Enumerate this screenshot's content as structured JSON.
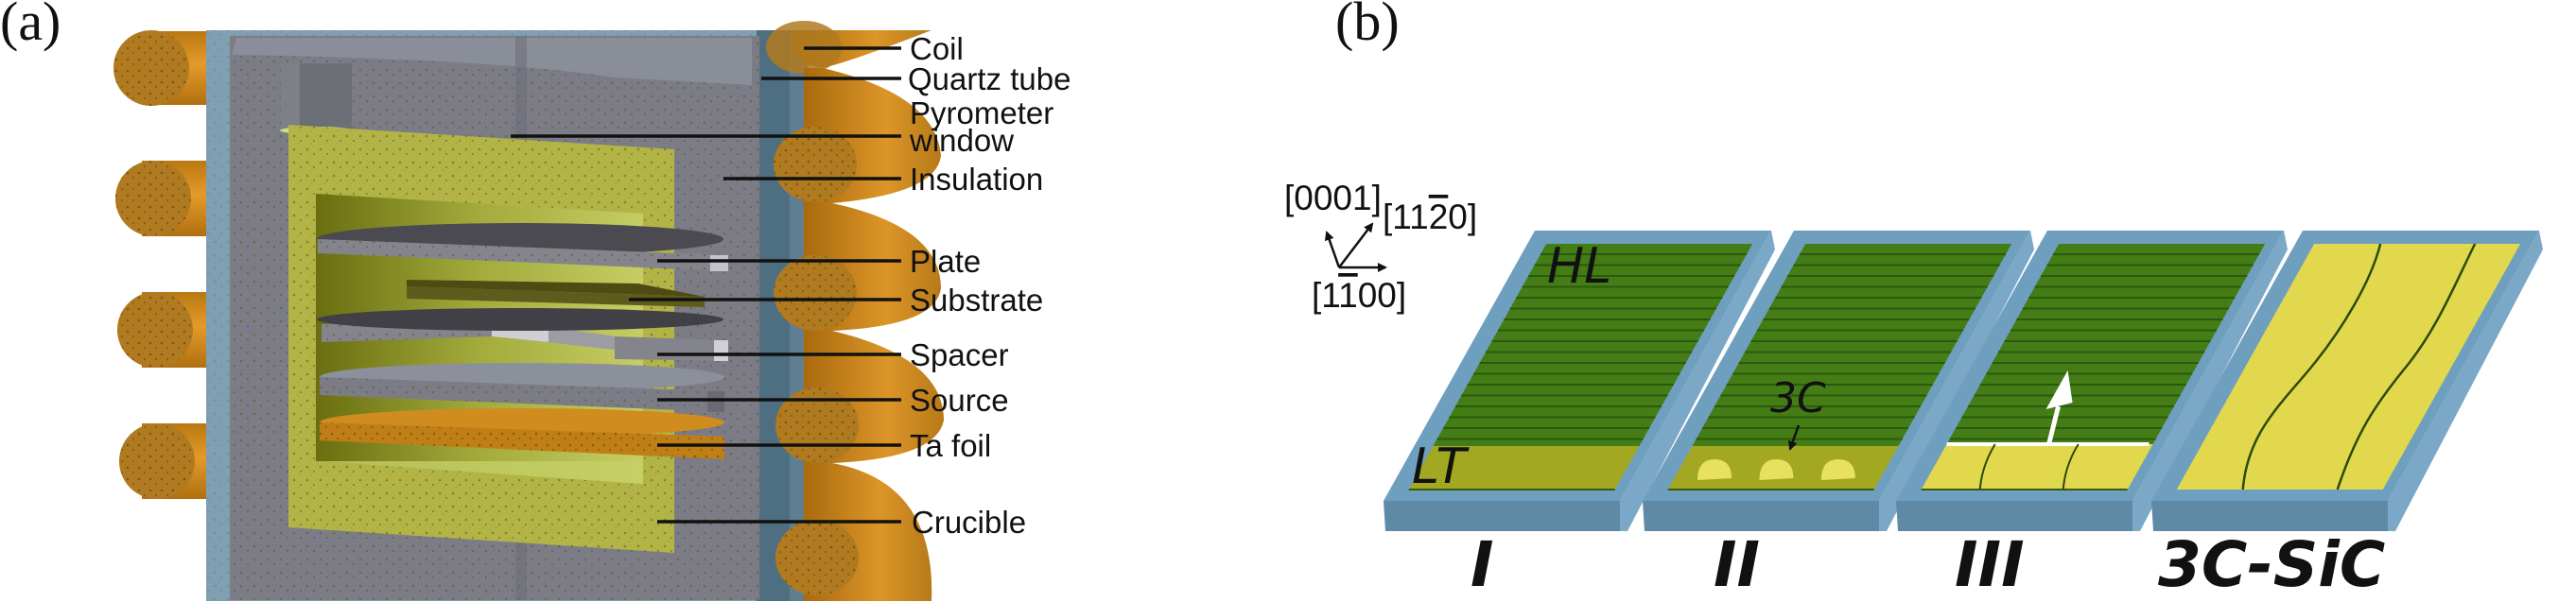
{
  "panel_a": {
    "label": "(a)",
    "title_labels": [
      {
        "id": "coil",
        "text": "Coil"
      },
      {
        "id": "quartz",
        "text": "Quartz tube"
      },
      {
        "id": "pyro1",
        "text": "Pyrometer"
      },
      {
        "id": "pyro2",
        "text": "window"
      },
      {
        "id": "insulation",
        "text": "Insulation"
      },
      {
        "id": "plate",
        "text": "Plate"
      },
      {
        "id": "substrate",
        "text": "Substrate"
      },
      {
        "id": "spacer",
        "text": "Spacer"
      },
      {
        "id": "source",
        "text": "Source"
      },
      {
        "id": "tafoil",
        "text": "Ta foil"
      },
      {
        "id": "crucible",
        "text": "Crucible"
      }
    ],
    "colors": {
      "coil": "#c8871e",
      "coil_dark": "#a86e12",
      "quartz": "#7f9fb3",
      "quartz_dark": "#4e6e82",
      "insulation": "#7c7c86",
      "crucible": "#b2b446",
      "cavity": "#c2c95a",
      "plate": "#84848c",
      "substrate": "#5e5c1c",
      "tafoil": "#d08c1e"
    }
  },
  "panel_b": {
    "label": "(b)",
    "directions": {
      "d1": "[0001]",
      "d2_prefix": "[11",
      "d2_bar": "2",
      "d2_suffix": "0]",
      "d3_prefix": "[1",
      "d3_bar": "1",
      "d3_suffix": "00]"
    },
    "annotations": {
      "hl": "HL",
      "lt": "LT",
      "three_c": "3C"
    },
    "stages": [
      "I",
      "II",
      "III",
      "3C-SiC"
    ],
    "colors": {
      "frame": "#6f9fbf",
      "frame_side": "#5f8aa6",
      "green": "#447c16",
      "green_line": "#2c5a0c",
      "lt": "#a2a822",
      "yellow": "#e2d84e"
    }
  }
}
